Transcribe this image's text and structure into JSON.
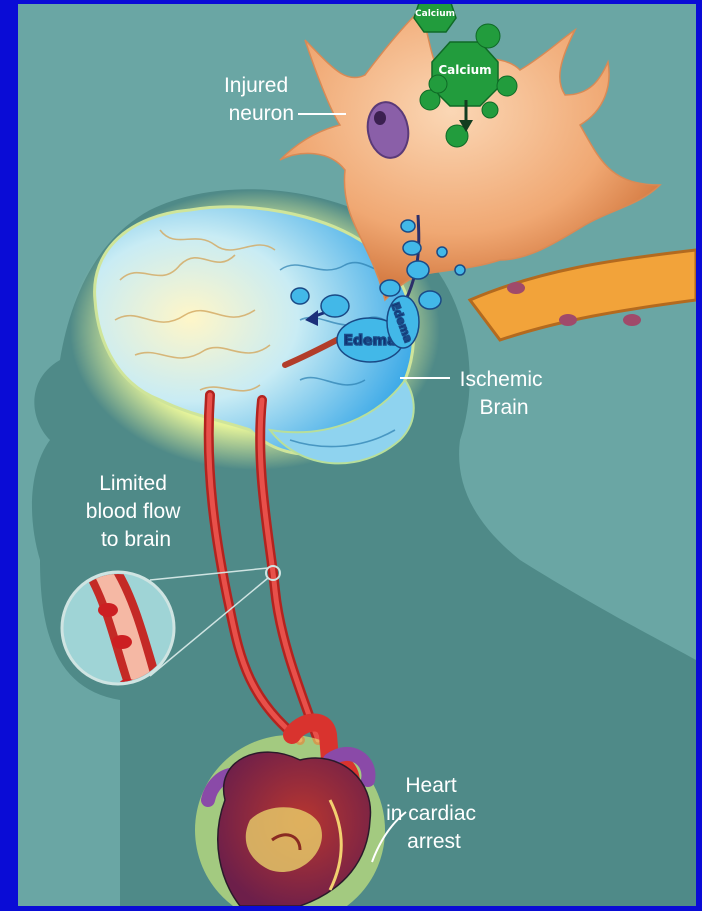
{
  "labels": {
    "injured_neuron": [
      "Injured",
      "neuron"
    ],
    "ischemic_brain": [
      "Ischemic",
      "Brain"
    ],
    "limited_blood_flow": [
      "Limited",
      "blood flow",
      "to brain"
    ],
    "heart_arrest": [
      "Heart",
      "in cardiac",
      "arrest"
    ]
  },
  "calcium_label": "Calcium",
  "edema_label": "Edema",
  "colors": {
    "frame": "#0a0cd6",
    "background": "#6aa6a4",
    "silhouette": "#4f8a88",
    "neuron": "#f2b48a",
    "calcium": "#1f9a3a",
    "edema": "#42b8e8",
    "artery": "#d9332e",
    "heart": "#9b2d5e"
  },
  "icons": [
    "neuron-icon",
    "brain-icon",
    "heart-icon",
    "blood-vessel-magnifier-icon",
    "calcium-ion-icon",
    "edema-bubble-icon"
  ]
}
